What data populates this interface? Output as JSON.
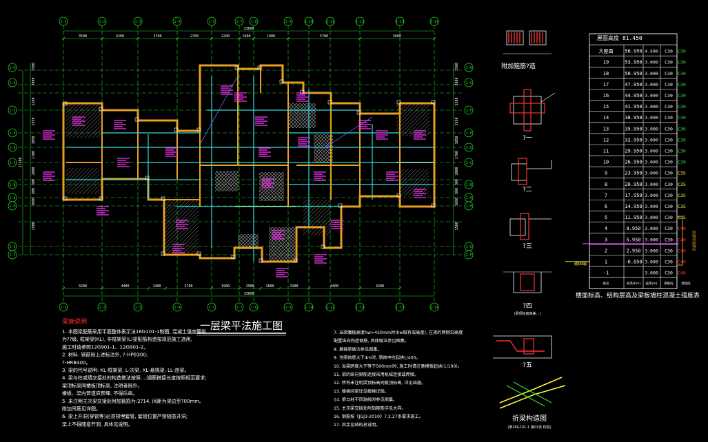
{
  "drawing": {
    "title": "一层梁平法施工图",
    "colors": {
      "background": "#000000",
      "axis": "#22dd22",
      "dim": "#ffffff",
      "wall": "#e8a020",
      "text": "#ff33ff",
      "beam": "#33dddd",
      "hatch": "#cccccc",
      "table_line": "#ffffff",
      "concrete": "#ffff33",
      "note": "#ffffff",
      "blue": "#4455ff",
      "red": "#ff3333"
    }
  },
  "axes": {
    "top": [
      "1-1",
      "1-2",
      "1-3",
      "1-4",
      "1-5",
      "1-7",
      "1-8",
      "1-9",
      "1-10",
      "1-11",
      "1-12",
      "1-13",
      "1-14"
    ],
    "bottom": [
      "1-1",
      "1-2",
      "1-3",
      "1-4",
      "1-5",
      "1-7",
      "1-8",
      "1-9",
      "1-10",
      "1-11",
      "1-12",
      "1-13",
      "1-14"
    ],
    "left": [
      "1-H",
      "1-G",
      "1-F",
      "1-E",
      "1-D",
      "1-C",
      "1-B",
      "1-A"
    ],
    "top_dims": [
      "3500",
      "4200",
      "3700",
      "2700",
      "2200",
      "1900",
      "1900",
      "5700",
      "5600"
    ],
    "top_total": "33600",
    "bottom_dims": [
      "3200",
      "4400",
      "1400",
      "3700",
      "1900",
      "1900",
      "1600",
      "3100",
      "4400",
      "3200"
    ],
    "bottom_total": "33600",
    "left_dims": [
      "1500",
      "2000",
      "1200",
      "1950",
      "1050",
      "1700",
      "2000",
      "300",
      "800",
      "3600",
      "1500"
    ],
    "left_total": "17100"
  },
  "notes_left": {
    "heading": "梁施说明",
    "lines": [
      "1. 本图梁配筋采用平面整体表示法16G101-1制图, 混凝土强度等级",
      "   为??级, 框架梁(KL), 非框架梁(L)梁配筋构造按规范施工选用,",
      "   施工时请参照12G901-1、12G901-2。",
      "2. 材料: 钢筋除上述标注外, ?-HPB300;",
      "   ?-HRB400。",
      "3. 梁的代号说明: KL-框架梁, L-次梁, XL-悬挑梁, LL-连梁。",
      "4. 梁与柱或墙交接处的构造做法按照…;钢筋搭接长度按照规范要求;",
      "   梁顶标高同楼板顶标高, 注明者除外。",
      "   楼板、梁内管道应预埋, 不得后凿。",
      "5. 未注明主次梁交接处附加箍筋为:2?14, 间距为梁边至?00mm。",
      "   附加吊筋见详图。",
      "6. 梁上开洞(穿管等)必须预埋套管, 套管位置严禁随意开洞;",
      "   梁上不得随意开洞, 具体见说明。"
    ]
  },
  "notes_right": {
    "lines": [
      "7. 当梁腹板高度hw>450mm时(hw取有效高度), 在梁的两侧沿高度",
      "   配置纵向构造钢筋, 具体做法参见图集。",
      "8. 悬挑梁做法参见图集。",
      "9. 当梁跨度大于4m时, 梁跨中应起拱L/400。",
      "10. 当梁跨度大于等于500mm时, 施工时请注意模板起拱(1/100)。",
      "11. 梁的纵向钢筋连接采用机械连接或焊接。",
      "12. 所有未注明梁顶标高同板顶标高, 详见结施。",
      "13. 楼梯间梁详见楼梯详图。",
      "14. 梁与柱不同轴线时参见图集。",
      "15. 主次梁交接处附加箍筋详见大样。",
      "16. 钢筋按《JGJ3-2010》7.2.27条要求施工。",
      "17. 其余见结构总说明。"
    ]
  },
  "details": {
    "d1_caption": "附加箍筋?造",
    "d2_caption": "?一",
    "d3_caption": "?二",
    "d4_caption": "?三",
    "d5_caption": "?四",
    "d5_sub": "(梁顶标高高差…)",
    "d6_caption": "?五",
    "d7_caption": "折梁构造图",
    "d7_sub": "(参16G101-1 第01页 构造)"
  },
  "table": {
    "caption": "楼面标高、结构层高及梁板墙柱混凝土强度表",
    "header_top": "屋面高度 81.450",
    "rows": [
      {
        "floor": "大屋面",
        "elev": "56.950",
        "h": "4.500",
        "c1": "C30",
        "c2": "C30"
      },
      {
        "floor": "19",
        "elev": "53.950",
        "h": "3.000",
        "c1": "C30",
        "c2": "C30"
      },
      {
        "floor": "18",
        "elev": "50.950",
        "h": "3.000",
        "c1": "C30",
        "c2": "C30"
      },
      {
        "floor": "17",
        "elev": "47.950",
        "h": "3.000",
        "c1": "C30",
        "c2": "C30"
      },
      {
        "floor": "16",
        "elev": "44.950",
        "h": "3.000",
        "c1": "C30",
        "c2": "C30"
      },
      {
        "floor": "15",
        "elev": "41.950",
        "h": "3.000",
        "c1": "C30",
        "c2": "C30"
      },
      {
        "floor": "14",
        "elev": "38.950",
        "h": "3.000",
        "c1": "C30",
        "c2": "C30"
      },
      {
        "floor": "13",
        "elev": "35.950",
        "h": "3.000",
        "c1": "C30",
        "c2": "C30"
      },
      {
        "floor": "12",
        "elev": "32.950",
        "h": "3.000",
        "c1": "C30",
        "c2": "C30"
      },
      {
        "floor": "11",
        "elev": "29.950",
        "h": "3.000",
        "c1": "C30",
        "c2": "C30"
      },
      {
        "floor": "10",
        "elev": "26.950",
        "h": "3.000",
        "c1": "C30",
        "c2": "C30"
      },
      {
        "floor": "9",
        "elev": "23.950",
        "h": "3.000",
        "c1": "C30",
        "c2": "C35"
      },
      {
        "floor": "8",
        "elev": "20.950",
        "h": "3.000",
        "c1": "C30",
        "c2": "C35"
      },
      {
        "floor": "7",
        "elev": "17.950",
        "h": "3.000",
        "c1": "C30",
        "c2": "C35"
      },
      {
        "floor": "6",
        "elev": "14.950",
        "h": "3.000",
        "c1": "C30",
        "c2": "C35"
      },
      {
        "floor": "5",
        "elev": "11.950",
        "h": "3.000",
        "c1": "C30",
        "c2": "C35"
      },
      {
        "floor": "4",
        "elev": "8.950",
        "h": "3.000",
        "c1": "C30",
        "c2": "C40"
      },
      {
        "floor": "3",
        "elev": "5.950",
        "h": "3.000",
        "c1": "C30",
        "c2": "C40"
      },
      {
        "floor": "2",
        "elev": "2.950",
        "h": "3.000",
        "c1": "C30",
        "c2": "C40"
      },
      {
        "floor": "1",
        "elev": "-0.050",
        "h": "3.000",
        "c1": "C30",
        "c2": "C40"
      },
      {
        "floor": "-1",
        "elev": "",
        "h": "3.000",
        "c1": "C30",
        "c2": "C40"
      }
    ],
    "footer": [
      "层号",
      "标高H(m)",
      "层高(m)",
      "梁板砼",
      "墙柱砼"
    ],
    "side_note": "底部加强部位",
    "left_tag": "嵌固端"
  }
}
